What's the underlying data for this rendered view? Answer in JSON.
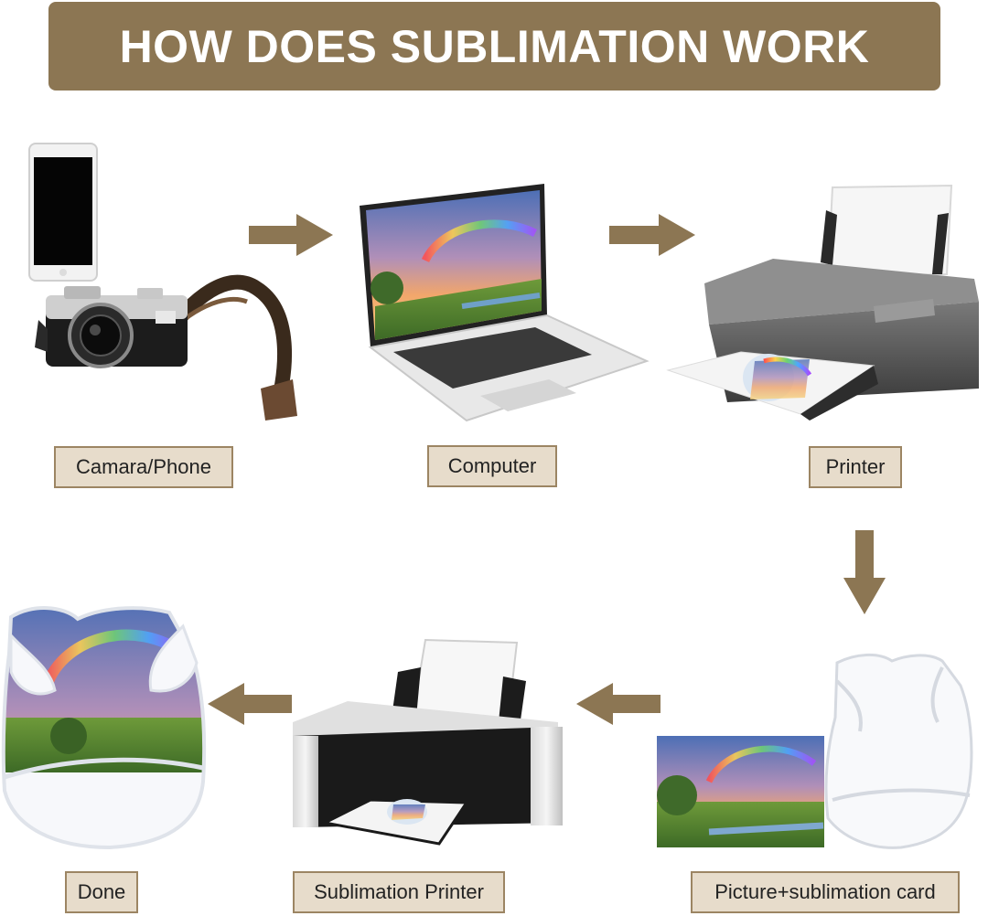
{
  "title": "HOW DOES SUBLIMATION WORK",
  "colors": {
    "banner": "#8c7653",
    "label_bg": "#e7dccb",
    "label_border": "#9c8563",
    "arrow": "#8c7653"
  },
  "steps": [
    {
      "label": "Camara/Phone",
      "icon": "camera-phone-icon"
    },
    {
      "label": "Computer",
      "icon": "laptop-icon"
    },
    {
      "label": "Printer",
      "icon": "printer-icon"
    },
    {
      "label": "Picture+sublimation card",
      "icon": "photo-shirt-icon"
    },
    {
      "label": "Sublimation Printer",
      "icon": "sublimation-printer-icon"
    },
    {
      "label": "Done",
      "icon": "printed-shirt-icon"
    }
  ]
}
